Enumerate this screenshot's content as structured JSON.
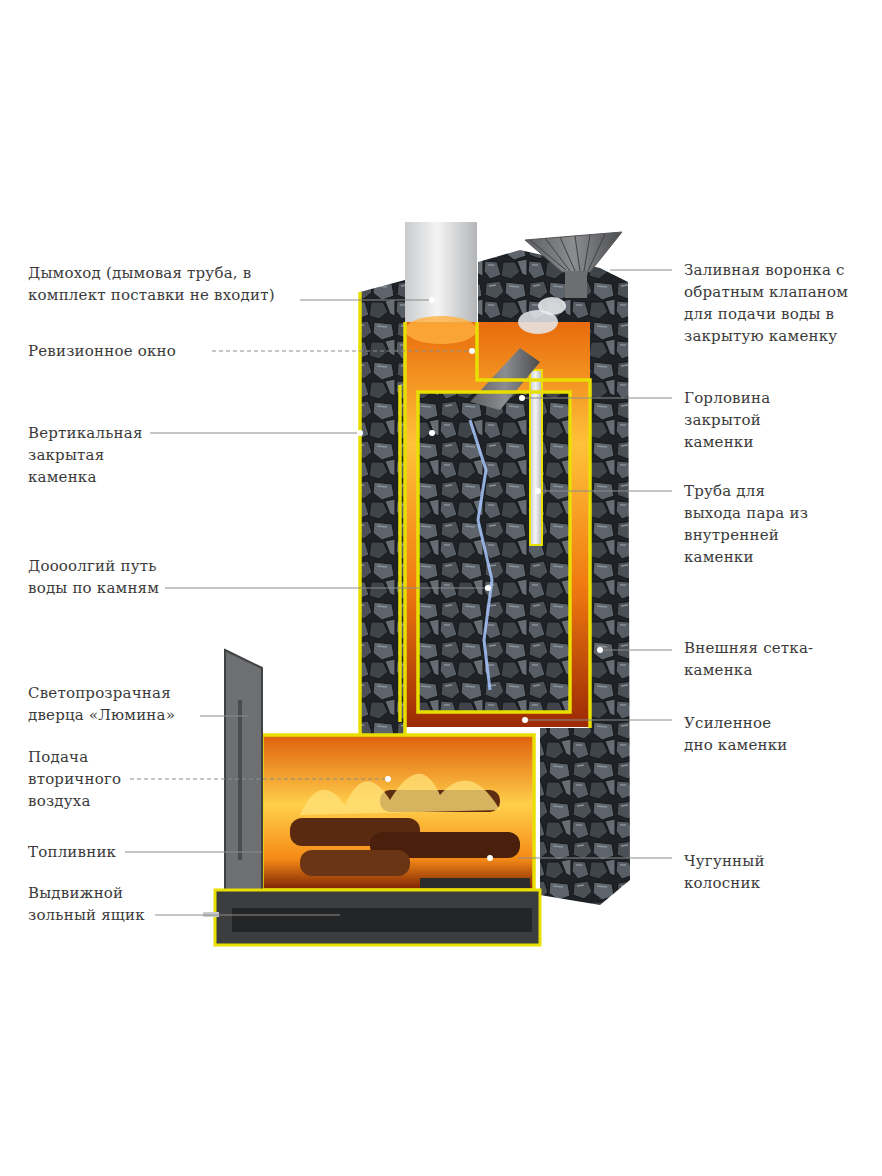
{
  "diagram": {
    "labels": [
      "Дымоход (дымовая труба, в комплект поставки не входит)",
      "Ревизионное окно",
      "Вертикальная закрытая каменка",
      "Доооолгий путь воды по камням",
      "Светопрозрачная дверца «Люмина»",
      "Подача вторичного воздуха",
      "Топливник",
      "Выдвижной зольный ящик",
      "Заливная воронка с обратным клапаном для подачи воды в закрытую каменку",
      "Горловина закрытой каменки",
      "Труба для выхода пара из внутренней каменки",
      "Внешняя сетка-каменка",
      "Усиленное дно каменки",
      "Чугунный колосник"
    ]
  }
}
